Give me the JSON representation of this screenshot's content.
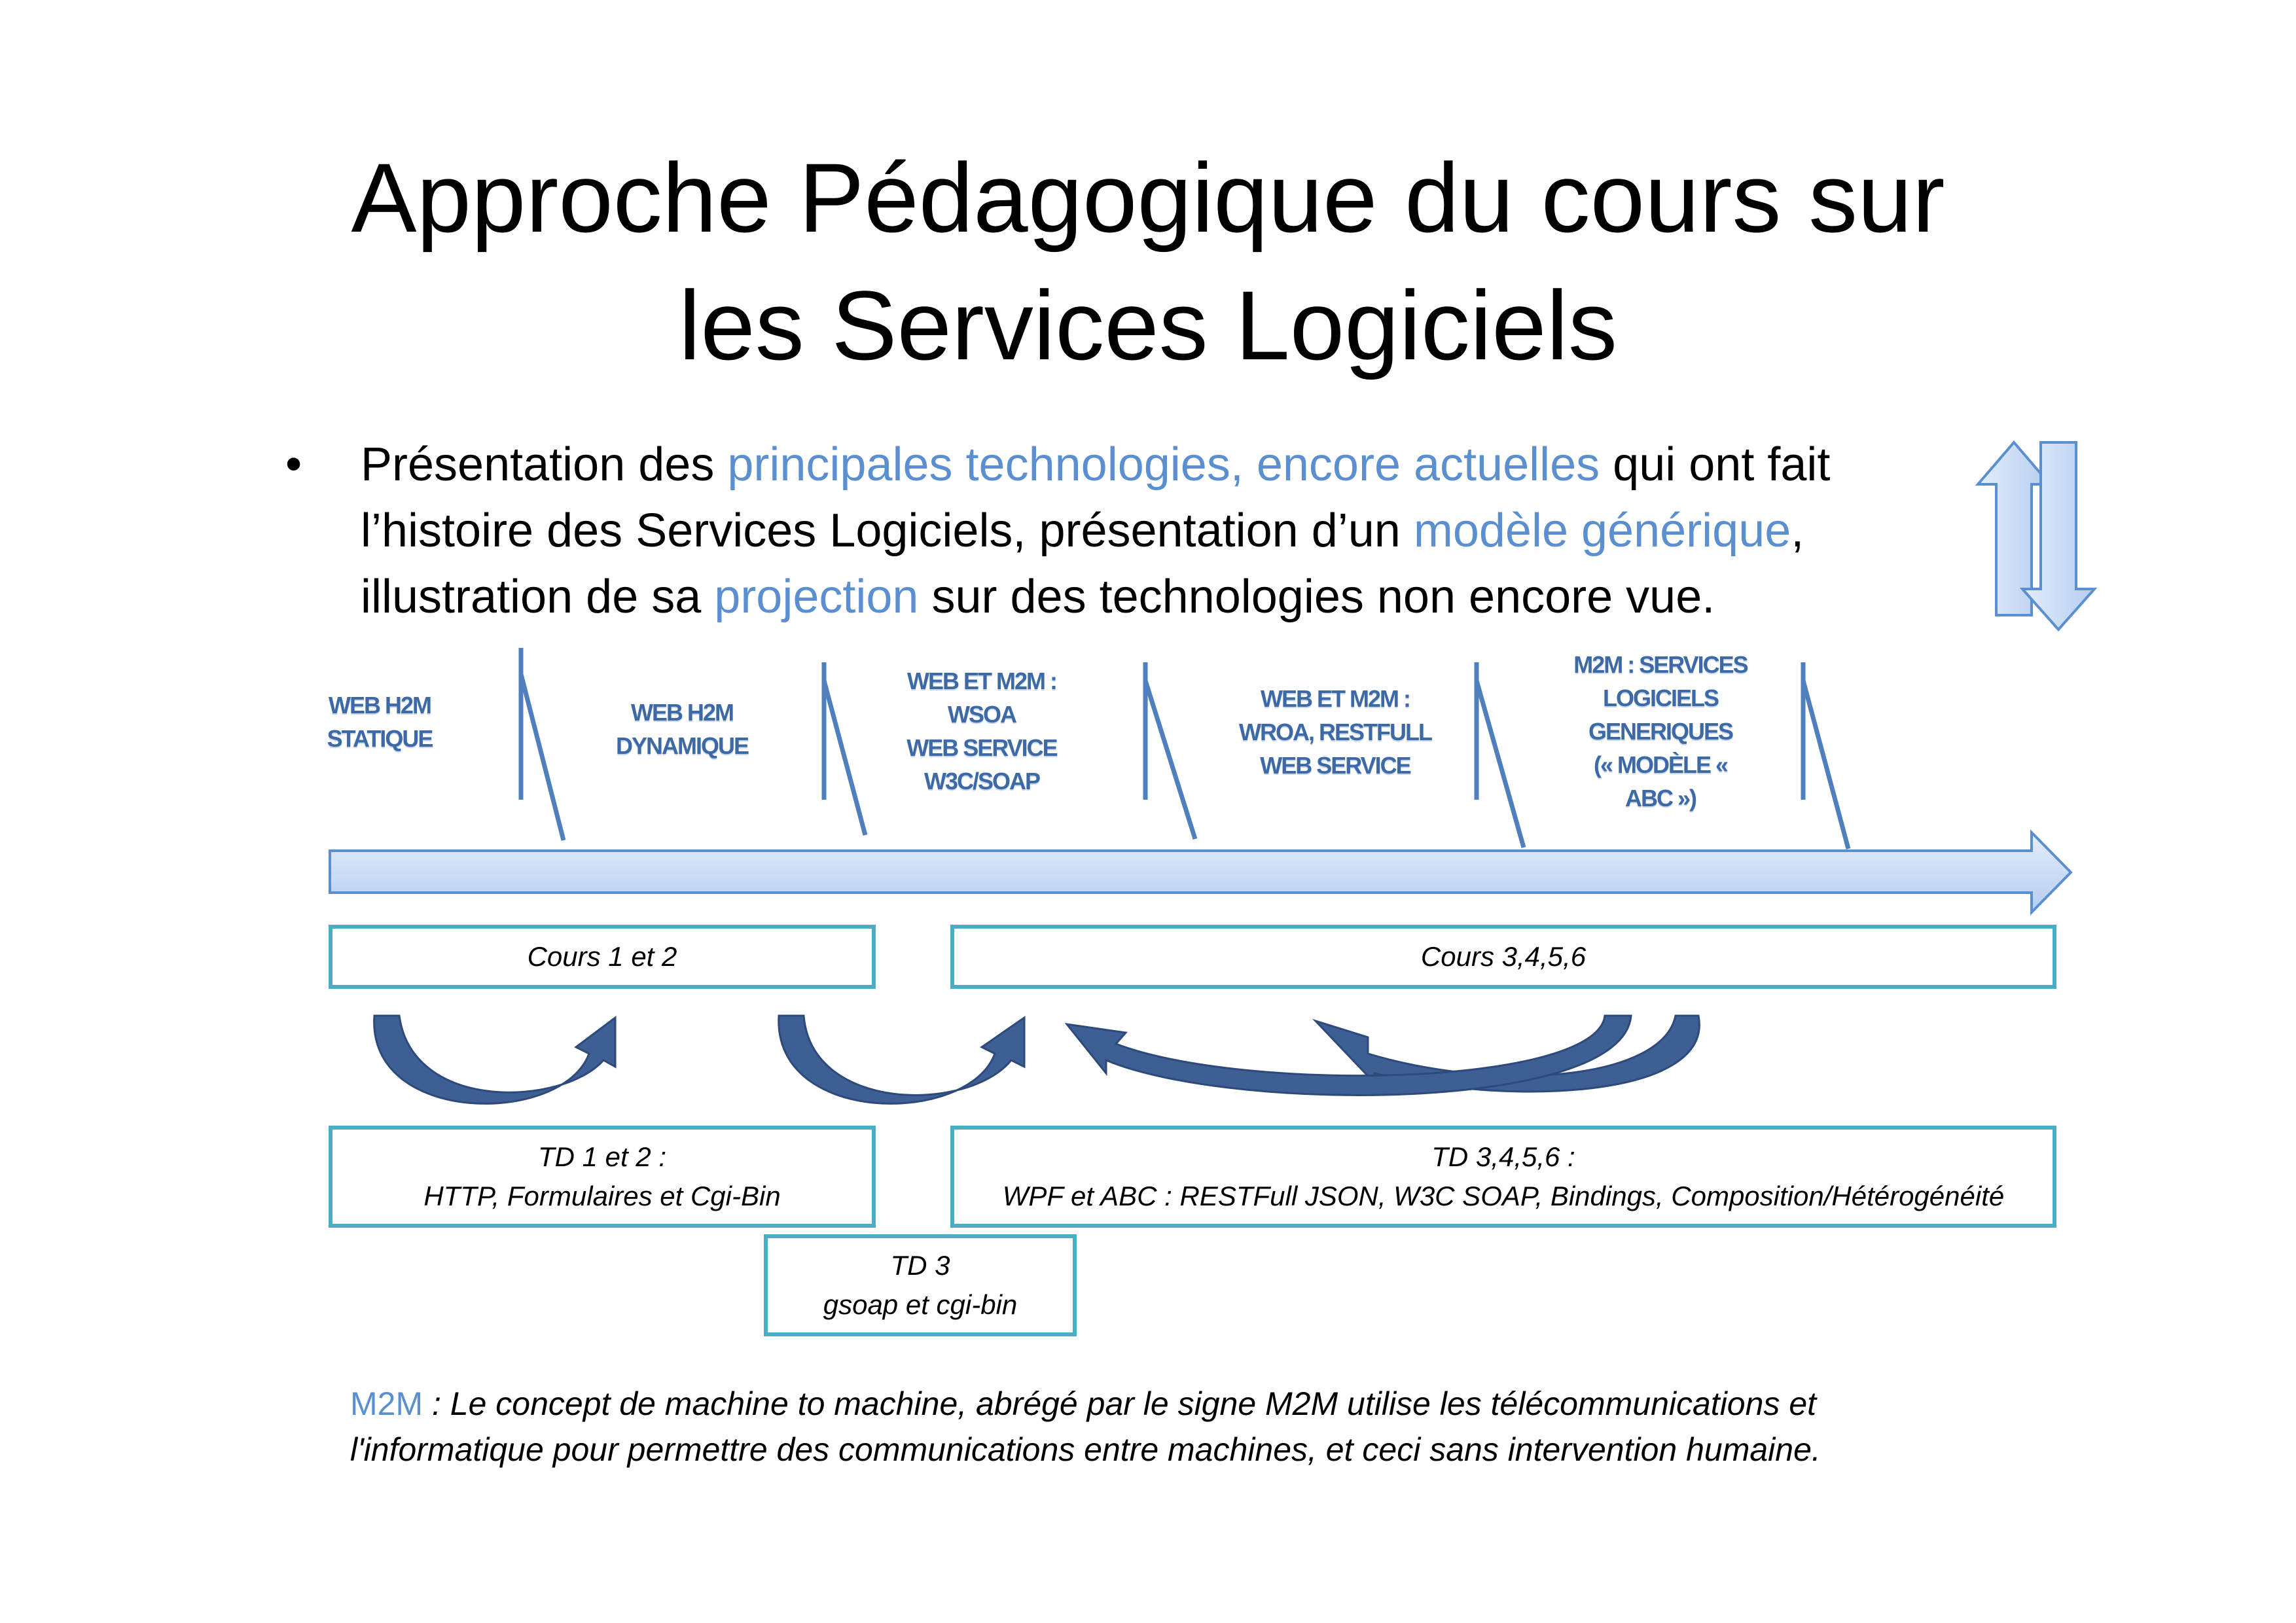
{
  "title": {
    "line1": "Approche Pédagogique du cours sur",
    "line2": "les Services Logiciels"
  },
  "bullet": {
    "symbol": "•",
    "parts": [
      "Présentation des ",
      "principales technologies, encore actuelles",
      " qui ont fait l’histoire des Services Logiciels, présentation d’un ",
      "modèle générique",
      ", illustration de sa ",
      "projection",
      " sur des technologies non encore vue."
    ]
  },
  "timeline": {
    "labels": [
      [
        "WEB H2M",
        "STATIQUE"
      ],
      [
        "WEB H2M",
        "DYNAMIQUE"
      ],
      [
        "WEB ET M2M :",
        "WSOA",
        "WEB SERVICE",
        "W3C/SOAP"
      ],
      [
        "WEB ET M2M :",
        "WROA, RESTFULL",
        "WEB SERVICE"
      ],
      [
        "M2M : SERVICES",
        "LOGICIELS",
        "GENERIQUES",
        "(« MODÈLE «",
        "ABC »)"
      ]
    ]
  },
  "cours": [
    "Cours 1 et 2",
    "Cours 3,4,5,6"
  ],
  "td": [
    {
      "title": "TD 1 et 2 :",
      "detail": "HTTP, Formulaires et Cgi-Bin"
    },
    {
      "title": "TD 3,4,5,6 :",
      "detail": "WPF et ABC : RESTFull JSON, W3C SOAP, Bindings, Composition/Hétérogénéité"
    },
    {
      "title": "TD 3",
      "detail": "gsoap et cgi-bin"
    }
  ],
  "footnote": {
    "term": "M2M",
    "text": " : Le concept de machine to machine, abrégé par le signe M2M utilise les télécommunications et l'informatique pour permettre des communications entre machines, et ceci sans intervention humaine."
  },
  "colors": {
    "accent": "#5b8fd0",
    "box_border": "#4bacc6",
    "arrow_dark": "#3d5f94",
    "arrow_fill": "#c9dbf5"
  }
}
